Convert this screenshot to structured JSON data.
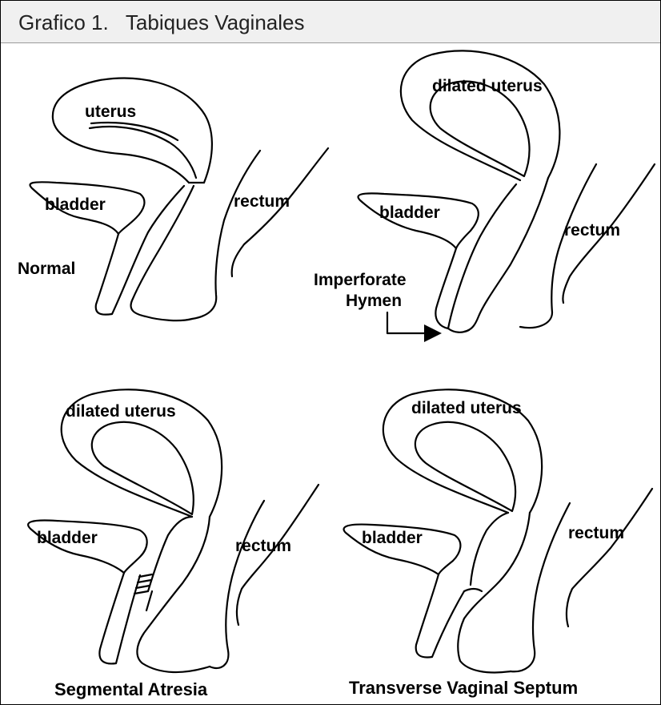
{
  "header": {
    "title": "Grafico 1.   Tabiques Vaginales"
  },
  "panels": {
    "normal": {
      "caption": "Normal",
      "uterus": "uterus",
      "bladder": "bladder",
      "rectum": "rectum"
    },
    "imperforate_hymen": {
      "caption_line1": "Imperforate",
      "caption_line2": "Hymen",
      "uterus": "dilated uterus",
      "bladder": "bladder",
      "rectum": "rectum"
    },
    "segmental_atresia": {
      "caption": "Segmental Atresia",
      "uterus": "dilated uterus",
      "bladder": "bladder",
      "rectum": "rectum"
    },
    "transverse_septum": {
      "caption": "Transverse Vaginal Septum",
      "uterus": "dilated uterus",
      "bladder": "bladder",
      "rectum": "rectum"
    }
  },
  "colors": {
    "header_background": "#f0f0f0",
    "line": "#000000"
  }
}
